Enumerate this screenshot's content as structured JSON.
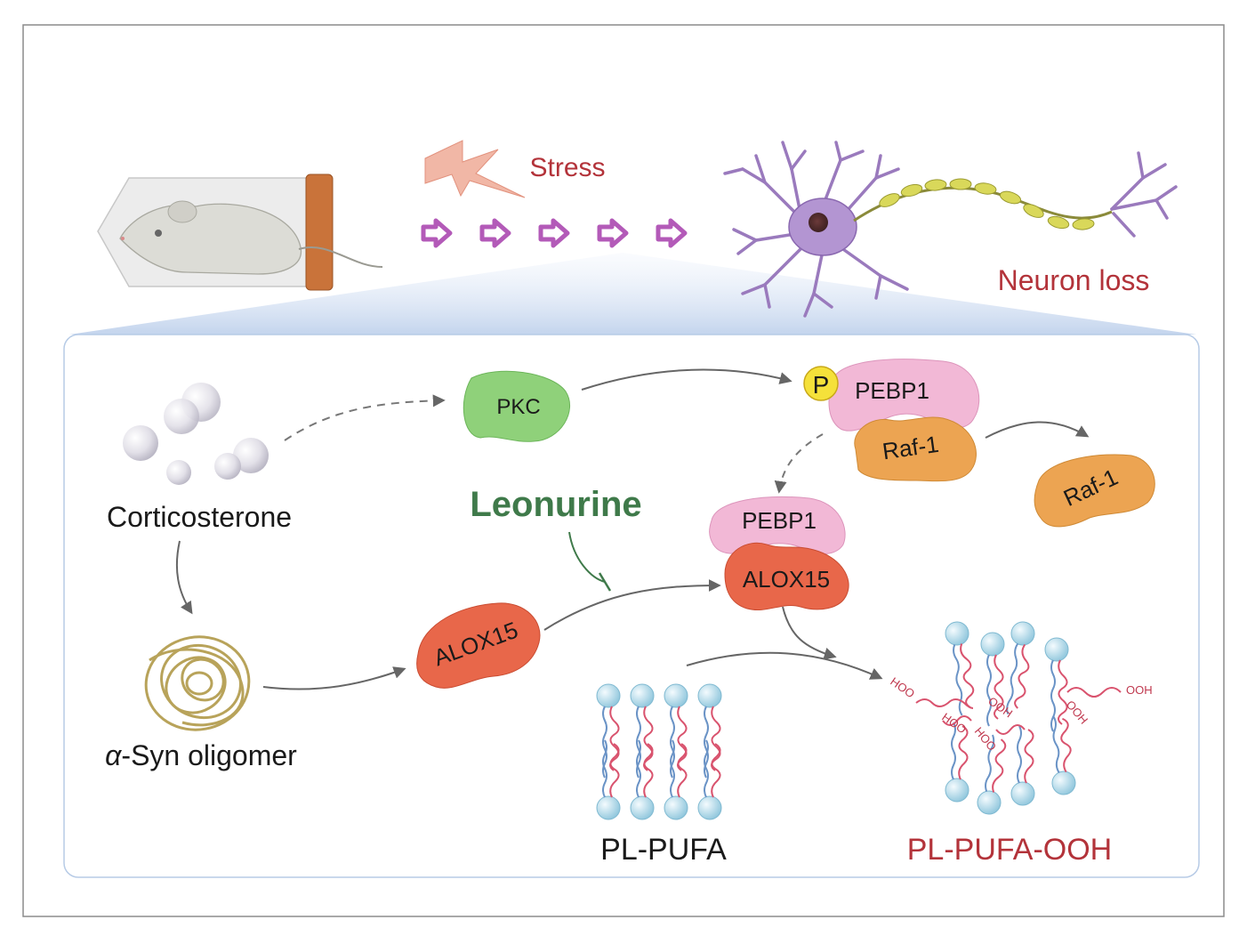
{
  "labels": {
    "stress": "Stress",
    "neuron_loss": "Neuron loss",
    "corticosterone": "Corticosterone",
    "syn_prefix": "α",
    "syn_suffix": "-Syn oligomer",
    "leonurine": "Leonurine",
    "pkc": "PKC",
    "phospho": "P",
    "pebp1_top": "PEBP1",
    "raf1_bound": "Raf-1",
    "raf1_free": "Raf-1",
    "pebp1_mid": "PEBP1",
    "alox15_mid": "ALOX15",
    "alox15_free": "ALOX15",
    "pl_pufa": "PL-PUFA",
    "pl_pufa_ooh": "PL-PUFA-OOH",
    "hoo": "HOO",
    "ooh": "OOH"
  },
  "colors": {
    "stress_text": "#b3333a",
    "neuron_loss_text": "#b3333a",
    "pl_pufa_ooh_text": "#b3333a",
    "leonurine_text": "#3f7a4a",
    "arrow_purple": "#b35ab8",
    "pkc_fill": "#8fd17a",
    "pebp1_fill": "#f2b8d6",
    "raf1_fill": "#eca452",
    "alox15_fill": "#e8674a",
    "phospho_fill": "#f5e13a",
    "lipid_head": "#bfe3ef",
    "lipid_tail_blue": "#6a93c6",
    "lipid_tail_red": "#d9536e",
    "panel_border": "#b7cbe6",
    "neuron_body": "#a888c8",
    "axon_myelin": "#d9d85a"
  }
}
